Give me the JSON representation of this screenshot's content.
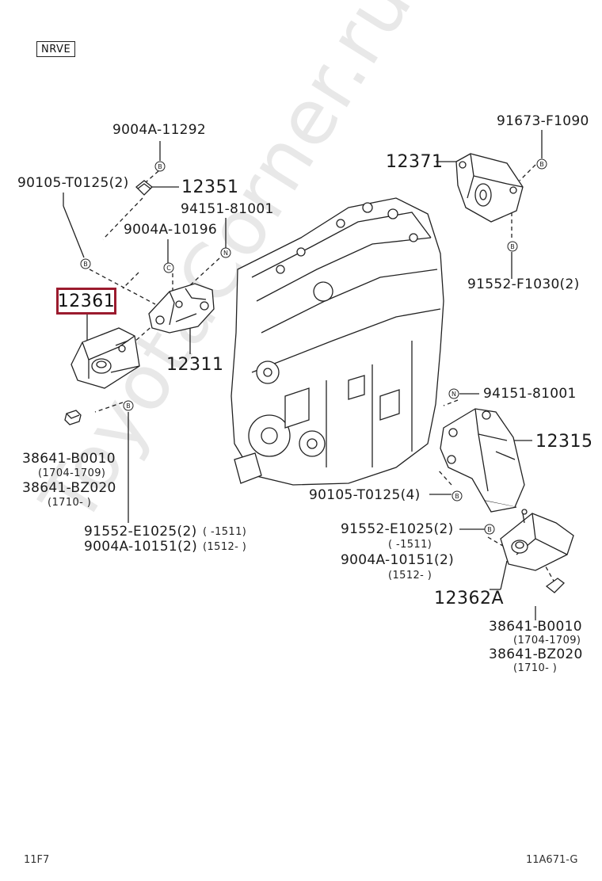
{
  "engine_code": "NRVE",
  "watermark": "ToyotaCorner.ru",
  "callout_mark": "B",
  "callout_mark_n": "N",
  "callout_mark_c": "C",
  "labels": {
    "p9004A_11292": "9004A-11292",
    "p90105_T0125_2": "90105-T0125(2)",
    "p12351": "12351",
    "p94151_81001_a": "94151-81001",
    "p9004A_10196": "9004A-10196",
    "p12361": "12361",
    "p12311": "12311",
    "p38641_B0010_a": "38641-B0010",
    "d1704_1709_a": "(1704-1709)",
    "p38641_BZ020_a": "38641-BZ020",
    "d1710_a": "(1710-      )",
    "p91552_E1025_2_a": "91552-E1025(2)",
    "d_1511_a": "(      -1511)",
    "p9004A_10151_2_a": "9004A-10151(2)",
    "d1512_a": "(1512-      )",
    "p91673_F1090": "91673-F1090",
    "p12371": "12371",
    "p91552_F1030_2": "91552-F1030(2)",
    "p94151_81001_b": "94151-81001",
    "p12315": "12315",
    "p90105_T0125_4": "90105-T0125(4)",
    "p91552_E1025_2_b": "91552-E1025(2)",
    "d_1511_b": "(      -1511)",
    "p9004A_10151_2_b": "9004A-10151(2)",
    "d1512_b": "(1512-      )",
    "p12362A": "12362A",
    "p38641_B0010_b": "38641-B0010",
    "d1704_1709_b": "(1704-1709)",
    "p38641_BZ020_b": "38641-BZ020",
    "d1710_b": "(1710-      )"
  },
  "footer": {
    "left": "11F7",
    "right": "11A671-G"
  },
  "colors": {
    "highlight": "#9b1b2e",
    "line": "#222222",
    "watermark": "#e8e8e8"
  }
}
